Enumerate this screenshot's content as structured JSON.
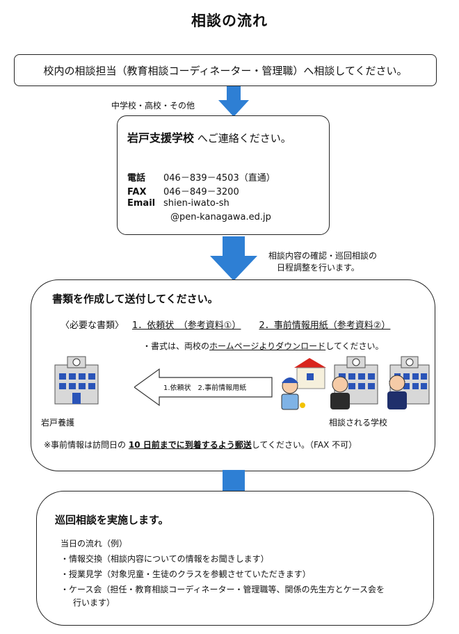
{
  "title": "相談の流れ",
  "step1": {
    "text": "校内の相談担当（教育相談コーディネーター・管理職）へ相談してください。"
  },
  "arrow1_note": "中学校・高校・その他",
  "step2": {
    "school": "岩戸支援学校",
    "suffix": " へご連絡ください。",
    "contacts": [
      {
        "label": "電話",
        "value": "046－839－4503（直通）"
      },
      {
        "label": "FAX",
        "value": "046－849－3200"
      },
      {
        "label": "Email",
        "value": "shien-iwato-sh"
      },
      {
        "label": "",
        "value": "@pen-kanagawa.ed.jp"
      }
    ]
  },
  "arrow2_note": [
    "相談内容の確認・巡回相談の",
    "日程調整を行います。"
  ],
  "step3": {
    "title": "書類を作成して送付してください。",
    "docs_label": "〈必要な書類〉",
    "doc1": "1．依頼状　（参考資料①）",
    "doc2": "2．事前情報用紙（参考資料②）",
    "format_pre": "・書式は、両校の",
    "format_link": "ホームページよりダウンロード",
    "format_post": "してください。",
    "arrow_label": "1.依頼状　2.事前情報用紙",
    "left_caption": "岩戸養護",
    "right_caption": "相談される学校",
    "deadline_pre": "※事前情報は訪問日の ",
    "deadline_bold": "10 日前までに到着するよう郵送",
    "deadline_post": "してください。（FAX 不可）"
  },
  "step4": {
    "title": "巡回相談を実施します。",
    "flow_title": "当日の流れ（例）",
    "items": [
      "・情報交換（相談内容についての情報をお聞きします）",
      "・授業見学（対象児童・生徒のクラスを参観させていただきます）",
      "・ケース会（担任・教育相談コーディネーター・管理職等、関係の先生方とケース会を"
    ],
    "item3_cont": "行います）"
  },
  "colors": {
    "arrow": "#2e7fd4",
    "building": "#2a54b8",
    "roof": "#d9251d"
  }
}
